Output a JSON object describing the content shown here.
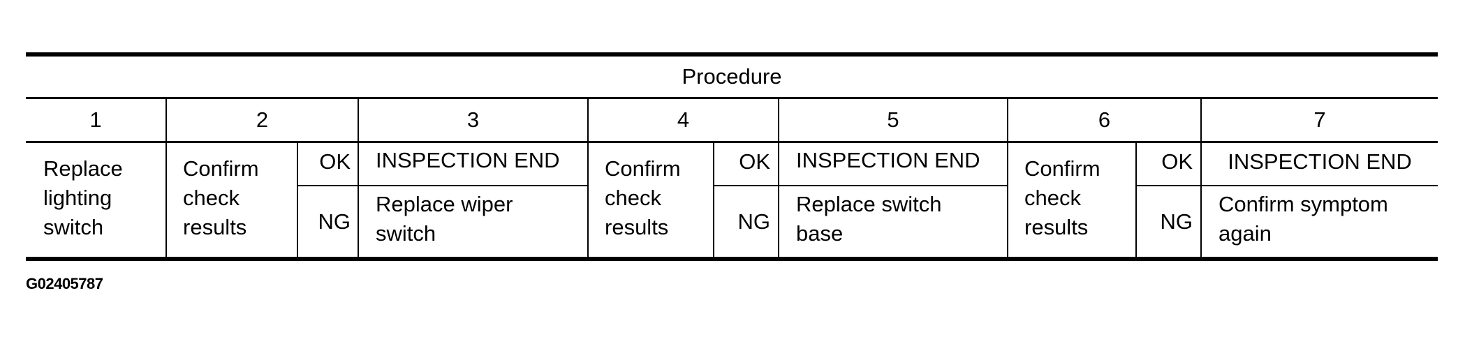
{
  "table": {
    "title": "Procedure",
    "steps": [
      {
        "number": "1",
        "action": "Replace\nlighting\nswitch"
      },
      {
        "number": "2",
        "action": "Confirm\ncheck\nresults",
        "ok_label": "OK",
        "ok_result": "INSPECTION END",
        "ng_label": "NG",
        "ng_result": "Replace wiper\nswitch"
      },
      {
        "number": "3"
      },
      {
        "number": "4",
        "action": "Confirm\ncheck\nresults",
        "ok_label": "OK",
        "ok_result": "INSPECTION END",
        "ng_label": "NG",
        "ng_result": "Replace switch\nbase"
      },
      {
        "number": "5"
      },
      {
        "number": "6",
        "action": "Confirm\ncheck\nresults",
        "ok_label": "OK",
        "ok_result": "INSPECTION END",
        "ng_label": "NG",
        "ng_result": "Confirm symptom\nagain"
      },
      {
        "number": "7"
      }
    ]
  },
  "footer": {
    "figure_id": "G02405787"
  },
  "colors": {
    "line": "#000000",
    "background": "#ffffff",
    "text": "#000000"
  }
}
